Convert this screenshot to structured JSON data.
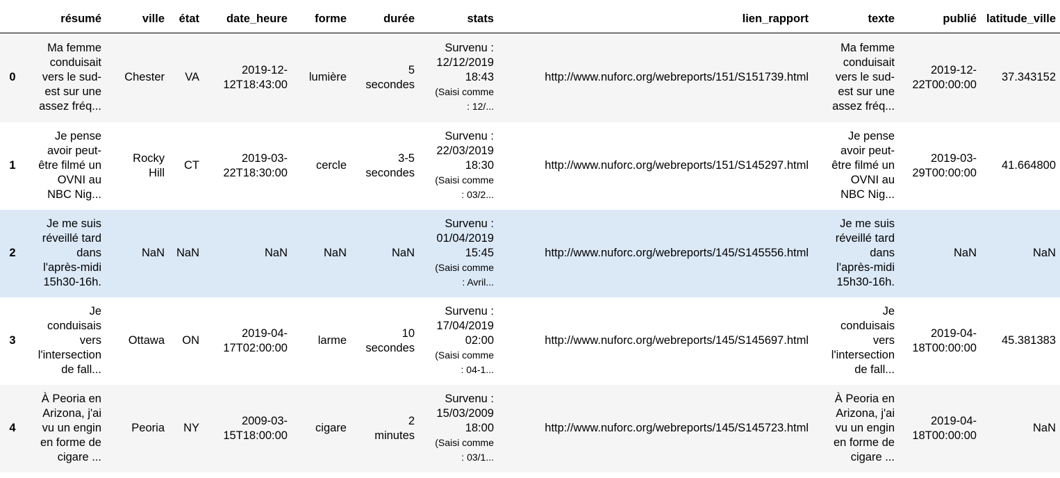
{
  "columns": [
    "",
    "résumé",
    "ville",
    "état",
    "date_heure",
    "forme",
    "durée",
    "stats",
    "lien_rapport",
    "texte",
    "publié",
    "latitude_ville"
  ],
  "rows": [
    {
      "index": "0",
      "resume": [
        "Ma femme",
        "conduisait",
        "vers le sud-",
        "est sur une",
        "assez fréq..."
      ],
      "ville": [
        "Chester"
      ],
      "etat": "VA",
      "date_heure": [
        "2019-12-",
        "12T18:43:00"
      ],
      "forme": "lumière",
      "duree": [
        "5",
        "secondes"
      ],
      "stats": [
        "Survenu :",
        "12/12/2019",
        "18:43"
      ],
      "stats_small": [
        "(Saisi comme",
        ": 12/..."
      ],
      "lien_rapport": "http://www.nuforc.org/webreports/151/S151739.html",
      "texte": [
        "Ma femme",
        "conduisait",
        "vers le sud-",
        "est sur une",
        "assez fréq..."
      ],
      "publie": [
        "2019-12-",
        "22T00:00:00"
      ],
      "latitude_ville": "37.343152"
    },
    {
      "index": "1",
      "resume": [
        "Je pense",
        "avoir peut-",
        "être filmé un",
        "OVNI au",
        "NBC Nig..."
      ],
      "ville": [
        "Rocky",
        "Hill"
      ],
      "etat": "CT",
      "date_heure": [
        "2019-03-",
        "22T18:30:00"
      ],
      "forme": "cercle",
      "duree": [
        "3-5",
        "secondes"
      ],
      "stats": [
        "Survenu :",
        "22/03/2019",
        "18:30"
      ],
      "stats_small": [
        "(Saisi comme",
        ": 03/2..."
      ],
      "lien_rapport": "http://www.nuforc.org/webreports/151/S145297.html",
      "texte": [
        "Je pense",
        "avoir peut-",
        "être filmé un",
        "OVNI au",
        "NBC Nig..."
      ],
      "publie": [
        "2019-03-",
        "29T00:00:00"
      ],
      "latitude_ville": "41.664800"
    },
    {
      "index": "2",
      "resume": [
        "Je me suis",
        "réveillé tard",
        "dans",
        "l'après-midi",
        "15h30-16h."
      ],
      "ville": [
        "NaN"
      ],
      "etat": "NaN",
      "date_heure": [
        "NaN"
      ],
      "forme": "NaN",
      "duree": [
        "NaN"
      ],
      "stats": [
        "Survenu :",
        "01/04/2019",
        "15:45"
      ],
      "stats_small": [
        "(Saisi comme",
        ": Avril..."
      ],
      "lien_rapport": "http://www.nuforc.org/webreports/145/S145556.html",
      "texte": [
        "Je me suis",
        "réveillé tard",
        "dans",
        "l'après-midi",
        "15h30-16h."
      ],
      "publie": [
        "NaN"
      ],
      "latitude_ville": "NaN"
    },
    {
      "index": "3",
      "resume": [
        "Je",
        "conduisais",
        "vers",
        "l'intersection",
        "de fall..."
      ],
      "ville": [
        "Ottawa"
      ],
      "etat": "ON",
      "date_heure": [
        "2019-04-",
        "17T02:00:00"
      ],
      "forme": "larme",
      "duree": [
        "10",
        "secondes"
      ],
      "stats": [
        "Survenu :",
        "17/04/2019",
        "02:00"
      ],
      "stats_small": [
        "(Saisi comme",
        ": 04-1..."
      ],
      "lien_rapport": "http://www.nuforc.org/webreports/145/S145697.html",
      "texte": [
        "Je",
        "conduisais",
        "vers",
        "l'intersection",
        "de fall..."
      ],
      "publie": [
        "2019-04-",
        "18T00:00:00"
      ],
      "latitude_ville": "45.381383"
    },
    {
      "index": "4",
      "resume": [
        "À Peoria en",
        "Arizona, j'ai",
        "vu un engin",
        "en forme de",
        "cigare ..."
      ],
      "ville": [
        "Peoria"
      ],
      "etat": "NY",
      "date_heure": [
        "2009-03-",
        "15T18:00:00"
      ],
      "forme": "cigare",
      "duree": [
        "2",
        "minutes"
      ],
      "stats": [
        "Survenu :",
        "15/03/2009",
        "18:00"
      ],
      "stats_small": [
        "(Saisi comme",
        ": 03/1..."
      ],
      "lien_rapport": "http://www.nuforc.org/webreports/145/S145723.html",
      "texte": [
        "À Peoria en",
        "Arizona, j'ai",
        "vu un engin",
        "en forme de",
        "cigare ..."
      ],
      "publie": [
        "2019-04-",
        "18T00:00:00"
      ],
      "latitude_ville": "NaN"
    }
  ]
}
